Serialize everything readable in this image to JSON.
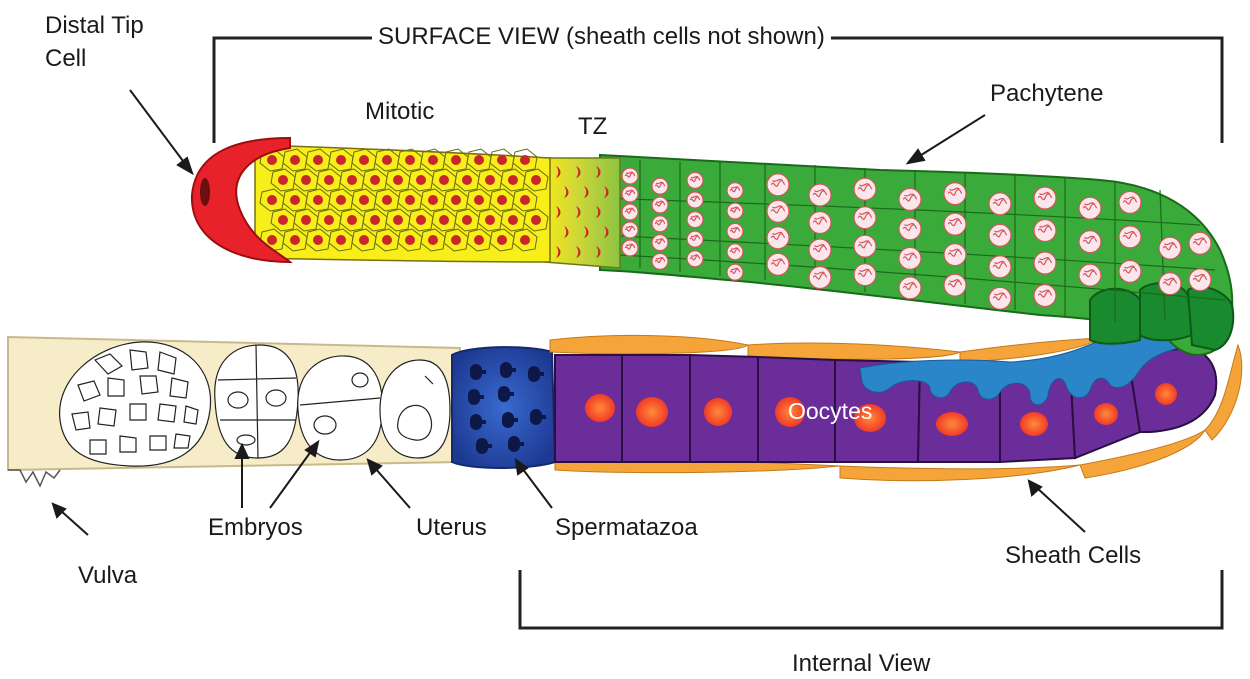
{
  "header_label": "SURFACE VIEW (sheath cells not shown)",
  "footer_label": "Internal View",
  "labels": {
    "distal_tip_line1": "Distal Tip",
    "distal_tip_line2": "Cell",
    "mitotic": "Mitotic",
    "tz": "TZ",
    "pachytene": "Pachytene",
    "oocytes": "Oocytes",
    "embryos": "Embryos",
    "uterus": "Uterus",
    "spermatazoa": "Spermatazoa",
    "vulva": "Vulva",
    "sheath_cells": "Sheath Cells"
  },
  "colors": {
    "distal_tip": "#e8222a",
    "mitotic": "#f7ee1a",
    "transition_zone": "#c9d63a",
    "pachytene": "#3aaa3a",
    "pachytene_dark": "#1a8a2e",
    "oocyte": "#6a2d9a",
    "sheath": "#f5a43a",
    "spermatheca": "#2a4aa8",
    "uterus": "#f7ecc8",
    "rachis": "#2a86c8",
    "nucleus": "#c8262a",
    "oocyte_nucleus": "#f0382a"
  }
}
